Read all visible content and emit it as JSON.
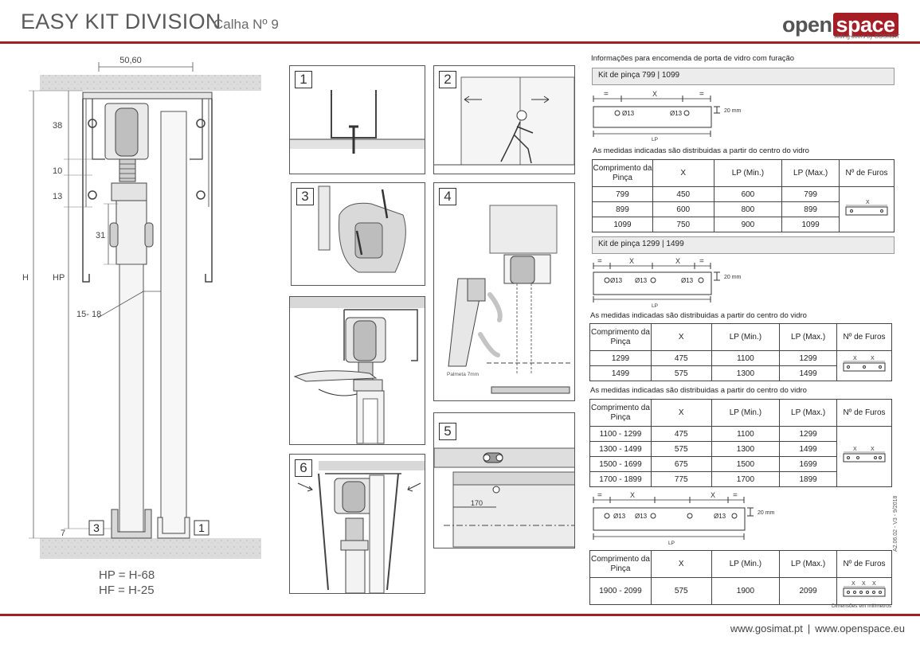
{
  "header": {
    "title": "EASY KIT DIVISION",
    "subtitle": "Calha Nº 9",
    "logo_main": "open",
    "logo_accent": "space",
    "logo_tagline": "sliding doors by GOSIMAT"
  },
  "footer": {
    "link1": "www.gosimat.pt",
    "separator": "|",
    "link2": "www.openspace.eu"
  },
  "section_drawing": {
    "dim_top": "50,60",
    "dim_38": "38",
    "dim_10": "10",
    "dim_13": "13",
    "dim_31": "31",
    "label_h": "H",
    "label_hp": "HP",
    "dim_glass": "15- 18",
    "dim_7": "7",
    "ref_left": "3",
    "ref_right": "1",
    "formula_hp": "HP = H-68",
    "formula_hf": "HF = H-25"
  },
  "steps": {
    "s1": "1",
    "s2": "2",
    "s3": "3",
    "s4": "4",
    "s5": "5",
    "s6": "6",
    "s4_note": "Palmeta 7mm",
    "s5_dim": "170"
  },
  "info": {
    "heading": "Informações para encomenda de porta de vidro com furação",
    "kit1_title": "Kit de pinça 799 | 1099",
    "kit2_title": "Kit de pinça 1299 | 1499",
    "note": "As medidas indicadas são distribuidas a partir do centro do vidro",
    "eq": "=",
    "x": "X",
    "hole": "Ø13",
    "lp": "LP",
    "h20": "20 mm",
    "headers": {
      "comp": "Comprimento da Pinça",
      "x": "X",
      "lpmin": "LP (Min.)",
      "lpmax": "LP (Max.)",
      "furos": "Nº de Furos"
    },
    "table1": [
      [
        "799",
        "450",
        "600",
        "799"
      ],
      [
        "899",
        "600",
        "800",
        "899"
      ],
      [
        "1099",
        "750",
        "900",
        "1099"
      ]
    ],
    "table2": [
      [
        "1299",
        "475",
        "1100",
        "1299"
      ],
      [
        "1499",
        "575",
        "1300",
        "1499"
      ]
    ],
    "table3": [
      [
        "1100 - 1299",
        "475",
        "1100",
        "1299"
      ],
      [
        "1300 - 1499",
        "575",
        "1300",
        "1499"
      ],
      [
        "1500 - 1699",
        "675",
        "1500",
        "1699"
      ],
      [
        "1700 - 1899",
        "775",
        "1700",
        "1899"
      ]
    ],
    "table4": [
      [
        "1900 - 2099",
        "575",
        "1900",
        "2099"
      ]
    ],
    "version_code": "A2.06.02 - V3 - 9/2018",
    "dims_note": "Dimensões em milímetros"
  }
}
